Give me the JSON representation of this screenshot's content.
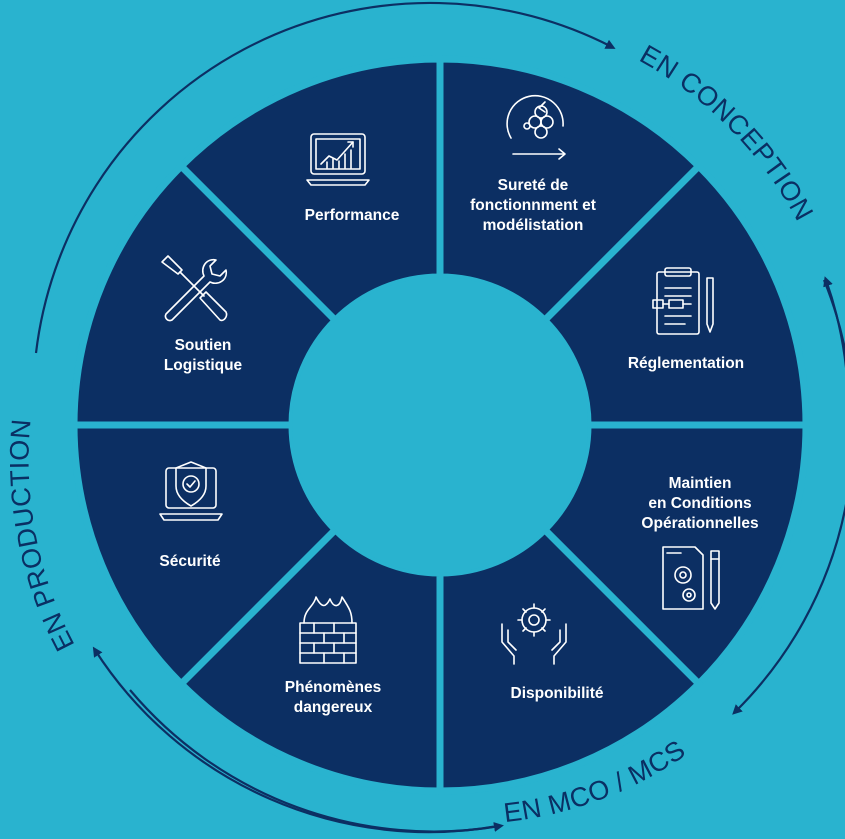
{
  "colors": {
    "background": "#29b3cf",
    "segment": "#0c2f63",
    "divider": "#29b3cf",
    "arrow": "#0c2f63",
    "text": "#ffffff"
  },
  "arc_labels": {
    "conception": "EN CONCEPTION",
    "mco": "EN MCO / MCS",
    "production": "EN PRODUCTION"
  },
  "segments": [
    {
      "id": "performance",
      "lines": [
        "Performance"
      ],
      "icon": "laptop-chart-icon"
    },
    {
      "id": "surete",
      "lines": [
        "Sureté de",
        "fonctionnment et",
        "modélistation"
      ],
      "icon": "molecule-cycle-icon"
    },
    {
      "id": "reglementation",
      "lines": [
        "Réglementation"
      ],
      "icon": "clipboard-pen-icon"
    },
    {
      "id": "mco",
      "lines": [
        "Maintien",
        "en Conditions",
        "Opérationnelles"
      ],
      "icon": "document-gears-icon"
    },
    {
      "id": "disponibilite",
      "lines": [
        "Disponibilité"
      ],
      "icon": "hands-gear-icon"
    },
    {
      "id": "phenomenes",
      "lines": [
        "Phénomènes",
        "dangereux"
      ],
      "icon": "firewall-icon"
    },
    {
      "id": "securite",
      "lines": [
        "Sécurité"
      ],
      "icon": "laptop-shield-icon"
    },
    {
      "id": "soutien",
      "lines": [
        "Soutien",
        "Logistique"
      ],
      "icon": "wrench-screwdriver-icon"
    }
  ]
}
